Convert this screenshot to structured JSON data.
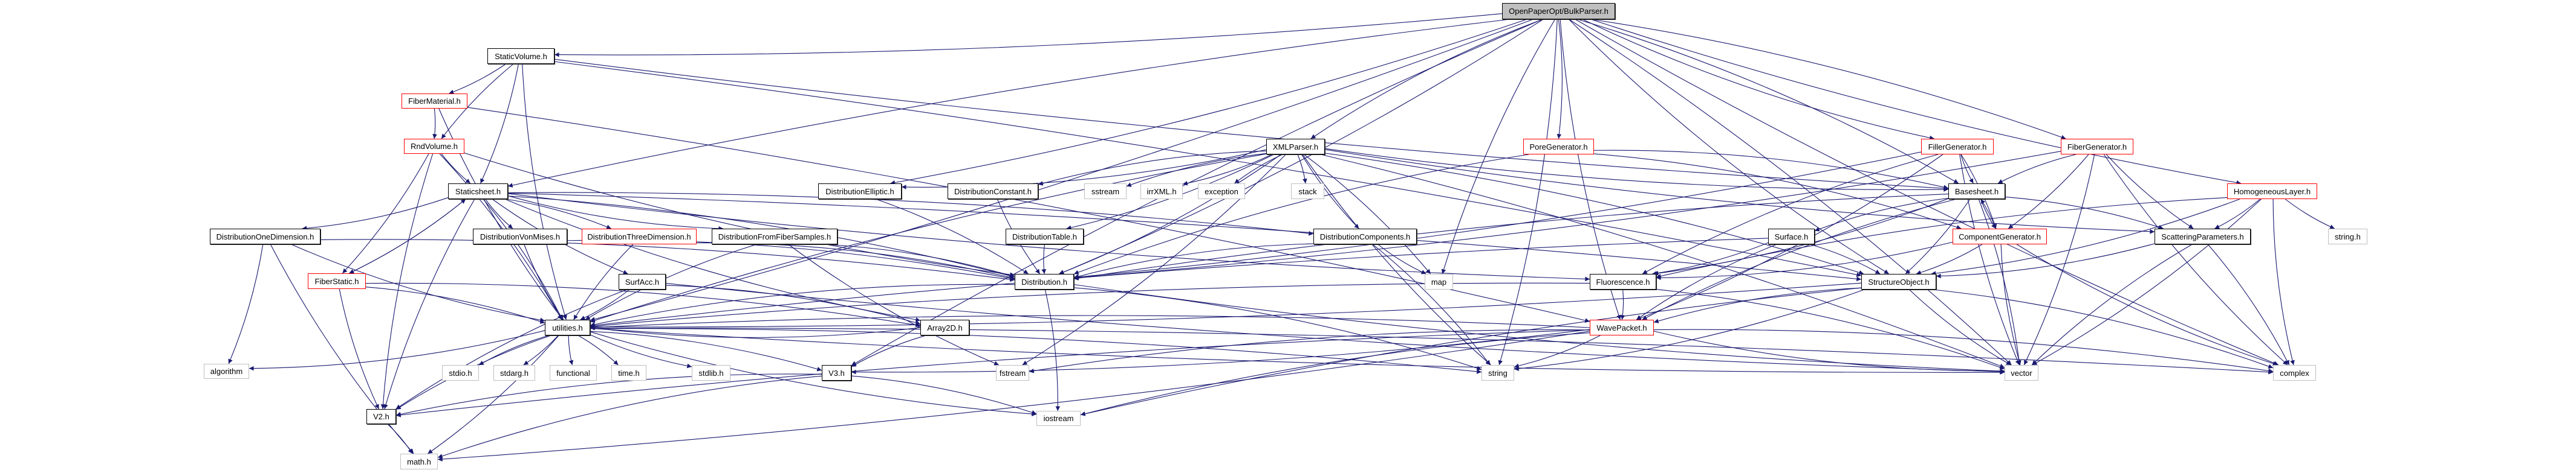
{
  "graph": {
    "edge_color": "#191970",
    "node_styles": {
      "root": {
        "fill": "#bfbfbf",
        "border": "#000000"
      },
      "documented": {
        "fill": "#ffffff",
        "border": "#000000"
      },
      "truncated": {
        "fill": "#ffffff",
        "border": "#ff0000"
      },
      "external": {
        "fill": "#ffffff",
        "border": "#bfbfbf"
      }
    },
    "nodes": [
      {
        "id": "root",
        "label": "OpenPaperOpt/BulkParser.h",
        "kind": "root"
      },
      {
        "id": "StaticVolume",
        "label": "StaticVolume.h",
        "kind": "documented"
      },
      {
        "id": "FiberMaterial",
        "label": "FiberMaterial.h",
        "kind": "truncated"
      },
      {
        "id": "RndVolume",
        "label": "RndVolume.h",
        "kind": "truncated"
      },
      {
        "id": "XMLParser",
        "label": "XMLParser.h",
        "kind": "documented"
      },
      {
        "id": "PoreGenerator",
        "label": "PoreGenerator.h",
        "kind": "truncated"
      },
      {
        "id": "FillerGenerator",
        "label": "FillerGenerator.h",
        "kind": "truncated"
      },
      {
        "id": "FiberGenerator",
        "label": "FiberGenerator.h",
        "kind": "truncated"
      },
      {
        "id": "Staticsheet",
        "label": "Staticsheet.h",
        "kind": "documented"
      },
      {
        "id": "DistributionElliptic",
        "label": "DistributionElliptic.h",
        "kind": "documented"
      },
      {
        "id": "DistributionConstant",
        "label": "DistributionConstant.h",
        "kind": "documented"
      },
      {
        "id": "sstream",
        "label": "sstream",
        "kind": "external"
      },
      {
        "id": "irrXML",
        "label": "irrXML.h",
        "kind": "external"
      },
      {
        "id": "exception",
        "label": "exception",
        "kind": "external"
      },
      {
        "id": "stack",
        "label": "stack",
        "kind": "external"
      },
      {
        "id": "Basesheet",
        "label": "Basesheet.h",
        "kind": "documented"
      },
      {
        "id": "HomogeneousLayer",
        "label": "HomogeneousLayer.h",
        "kind": "truncated"
      },
      {
        "id": "DistributionOneDimension",
        "label": "DistributionOneDimension.h",
        "kind": "documented"
      },
      {
        "id": "DistributionVonMises",
        "label": "DistributionVonMises.h",
        "kind": "documented"
      },
      {
        "id": "DistributionThreeDimension",
        "label": "DistributionThreeDimension.h",
        "kind": "truncated"
      },
      {
        "id": "DistributionFromFiberSamples",
        "label": "DistributionFromFiberSamples.h",
        "kind": "documented"
      },
      {
        "id": "DistributionTable",
        "label": "DistributionTable.h",
        "kind": "documented"
      },
      {
        "id": "DistributionComponents",
        "label": "DistributionComponents.h",
        "kind": "documented"
      },
      {
        "id": "Surface",
        "label": "Surface.h",
        "kind": "documented"
      },
      {
        "id": "ComponentGenerator",
        "label": "ComponentGenerator.h",
        "kind": "truncated"
      },
      {
        "id": "ScatteringParameters",
        "label": "ScatteringParameters.h",
        "kind": "documented"
      },
      {
        "id": "string_h",
        "label": "string.h",
        "kind": "external"
      },
      {
        "id": "FiberStatic",
        "label": "FiberStatic.h",
        "kind": "truncated"
      },
      {
        "id": "SurfAcc",
        "label": "SurfAcc.h",
        "kind": "documented"
      },
      {
        "id": "Distribution",
        "label": "Distribution.h",
        "kind": "documented"
      },
      {
        "id": "map",
        "label": "map",
        "kind": "external"
      },
      {
        "id": "Fluorescence",
        "label": "Fluorescence.h",
        "kind": "documented"
      },
      {
        "id": "StructureObject",
        "label": "StructureObject.h",
        "kind": "documented"
      },
      {
        "id": "utilities",
        "label": "utilities.h",
        "kind": "documented"
      },
      {
        "id": "Array2D",
        "label": "Array2D.h",
        "kind": "documented"
      },
      {
        "id": "WavePacket",
        "label": "WavePacket.h",
        "kind": "truncated"
      },
      {
        "id": "algorithm",
        "label": "algorithm",
        "kind": "external"
      },
      {
        "id": "stdio",
        "label": "stdio.h",
        "kind": "external"
      },
      {
        "id": "stdarg",
        "label": "stdarg.h",
        "kind": "external"
      },
      {
        "id": "functional",
        "label": "functional",
        "kind": "external"
      },
      {
        "id": "time",
        "label": "time.h",
        "kind": "external"
      },
      {
        "id": "stdlib",
        "label": "stdlib.h",
        "kind": "external"
      },
      {
        "id": "V3",
        "label": "V3.h",
        "kind": "documented"
      },
      {
        "id": "fstream",
        "label": "fstream",
        "kind": "external"
      },
      {
        "id": "string",
        "label": "string",
        "kind": "external"
      },
      {
        "id": "vector",
        "label": "vector",
        "kind": "external"
      },
      {
        "id": "complex",
        "label": "complex",
        "kind": "external"
      },
      {
        "id": "V2",
        "label": "V2.h",
        "kind": "documented"
      },
      {
        "id": "iostream",
        "label": "iostream",
        "kind": "external"
      },
      {
        "id": "math",
        "label": "math.h",
        "kind": "external"
      }
    ],
    "edges": [
      [
        "root",
        "StaticVolume"
      ],
      [
        "root",
        "Staticsheet"
      ],
      [
        "root",
        "DistributionElliptic"
      ],
      [
        "root",
        "XMLParser"
      ],
      [
        "root",
        "PoreGenerator"
      ],
      [
        "root",
        "FillerGenerator"
      ],
      [
        "root",
        "FiberGenerator"
      ],
      [
        "root",
        "HomogeneousLayer"
      ],
      [
        "root",
        "Basesheet"
      ],
      [
        "root",
        "StructureObject"
      ],
      [
        "root",
        "string"
      ],
      [
        "root",
        "map"
      ],
      [
        "root",
        "utilities"
      ],
      [
        "root",
        "V3"
      ],
      [
        "root",
        "Distribution"
      ],
      [
        "root",
        "complex"
      ],
      [
        "root",
        "vector"
      ],
      [
        "root",
        "WavePacket"
      ],
      [
        "StaticVolume",
        "FiberMaterial"
      ],
      [
        "StaticVolume",
        "RndVolume"
      ],
      [
        "StaticVolume",
        "Staticsheet"
      ],
      [
        "StaticVolume",
        "utilities"
      ],
      [
        "StaticVolume",
        "StructureObject"
      ],
      [
        "StaticVolume",
        "Basesheet"
      ],
      [
        "FiberMaterial",
        "RndVolume"
      ],
      [
        "FiberMaterial",
        "utilities"
      ],
      [
        "FiberMaterial",
        "WavePacket"
      ],
      [
        "RndVolume",
        "Staticsheet"
      ],
      [
        "RndVolume",
        "utilities"
      ],
      [
        "RndVolume",
        "V2"
      ],
      [
        "RndVolume",
        "FiberStatic"
      ],
      [
        "RndVolume",
        "Distribution"
      ],
      [
        "Staticsheet",
        "DistributionOneDimension"
      ],
      [
        "Staticsheet",
        "DistributionVonMises"
      ],
      [
        "Staticsheet",
        "DistributionThreeDimension"
      ],
      [
        "Staticsheet",
        "DistributionFromFiberSamples"
      ],
      [
        "Staticsheet",
        "FiberStatic"
      ],
      [
        "Staticsheet",
        "SurfAcc"
      ],
      [
        "Staticsheet",
        "utilities"
      ],
      [
        "Staticsheet",
        "V2"
      ],
      [
        "Staticsheet",
        "Distribution"
      ],
      [
        "Staticsheet",
        "Array2D"
      ],
      [
        "Staticsheet",
        "StructureObject"
      ],
      [
        "Staticsheet",
        "Fluorescence"
      ],
      [
        "Staticsheet",
        "DistributionComponents"
      ],
      [
        "FiberStatic",
        "Staticsheet"
      ],
      [
        "FiberStatic",
        "utilities"
      ],
      [
        "FiberStatic",
        "V2"
      ],
      [
        "FiberStatic",
        "Array2D"
      ],
      [
        "DistributionOneDimension",
        "utilities"
      ],
      [
        "DistributionOneDimension",
        "algorithm"
      ],
      [
        "DistributionOneDimension",
        "math"
      ],
      [
        "DistributionOneDimension",
        "Distribution"
      ],
      [
        "DistributionVonMises",
        "utilities"
      ],
      [
        "DistributionVonMises",
        "Distribution"
      ],
      [
        "DistributionThreeDimension",
        "utilities"
      ],
      [
        "DistributionThreeDimension",
        "Distribution"
      ],
      [
        "DistributionFromFiberSamples",
        "utilities"
      ],
      [
        "DistributionFromFiberSamples",
        "Distribution"
      ],
      [
        "DistributionFromFiberSamples",
        "fstream"
      ],
      [
        "SurfAcc",
        "utilities"
      ],
      [
        "SurfAcc",
        "V2"
      ],
      [
        "SurfAcc",
        "Array2D"
      ],
      [
        "SurfAcc",
        "vector"
      ],
      [
        "utilities",
        "algorithm"
      ],
      [
        "utilities",
        "stdio"
      ],
      [
        "utilities",
        "stdarg"
      ],
      [
        "utilities",
        "functional"
      ],
      [
        "utilities",
        "time"
      ],
      [
        "utilities",
        "stdlib"
      ],
      [
        "utilities",
        "V3"
      ],
      [
        "utilities",
        "V2"
      ],
      [
        "utilities",
        "math"
      ],
      [
        "utilities",
        "iostream"
      ],
      [
        "utilities",
        "string"
      ],
      [
        "utilities",
        "vector"
      ],
      [
        "utilities",
        "complex"
      ],
      [
        "Array2D",
        "V3"
      ],
      [
        "Array2D",
        "utilities"
      ],
      [
        "V3",
        "V2"
      ],
      [
        "V3",
        "iostream"
      ],
      [
        "V3",
        "math"
      ],
      [
        "V2",
        "math"
      ],
      [
        "Distribution",
        "utilities"
      ],
      [
        "Distribution",
        "iostream"
      ],
      [
        "Distribution",
        "vector"
      ],
      [
        "Distribution",
        "string"
      ],
      [
        "DistributionTable",
        "Distribution"
      ],
      [
        "DistributionElliptic",
        "Distribution"
      ],
      [
        "DistributionConstant",
        "Distribution"
      ],
      [
        "XMLParser",
        "DistributionElliptic"
      ],
      [
        "XMLParser",
        "DistributionConstant"
      ],
      [
        "XMLParser",
        "DistributionTable"
      ],
      [
        "XMLParser",
        "sstream"
      ],
      [
        "XMLParser",
        "irrXML"
      ],
      [
        "XMLParser",
        "exception"
      ],
      [
        "XMLParser",
        "stack"
      ],
      [
        "XMLParser",
        "DistributionComponents"
      ],
      [
        "XMLParser",
        "map"
      ],
      [
        "XMLParser",
        "string"
      ],
      [
        "XMLParser",
        "Distribution"
      ],
      [
        "XMLParser",
        "Basesheet"
      ],
      [
        "XMLParser",
        "StructureObject"
      ],
      [
        "XMLParser",
        "ScatteringParameters"
      ],
      [
        "XMLParser",
        "vector"
      ],
      [
        "XMLParser",
        "utilities"
      ],
      [
        "XMLParser",
        "fstream"
      ],
      [
        "DistributionComponents",
        "map"
      ],
      [
        "DistributionComponents",
        "string"
      ],
      [
        "DistributionComponents",
        "Distribution"
      ],
      [
        "PoreGenerator",
        "Basesheet"
      ],
      [
        "PoreGenerator",
        "Distribution"
      ],
      [
        "PoreGenerator",
        "ComponentGenerator"
      ],
      [
        "FillerGenerator",
        "Basesheet"
      ],
      [
        "FillerGenerator",
        "ComponentGenerator"
      ],
      [
        "FillerGenerator",
        "Fluorescence"
      ],
      [
        "FillerGenerator",
        "WavePacket"
      ],
      [
        "FillerGenerator",
        "vector"
      ],
      [
        "FillerGenerator",
        "Distribution"
      ],
      [
        "FiberGenerator",
        "Basesheet"
      ],
      [
        "FiberGenerator",
        "ComponentGenerator"
      ],
      [
        "FiberGenerator",
        "ScatteringParameters"
      ],
      [
        "FiberGenerator",
        "vector"
      ],
      [
        "FiberGenerator",
        "complex"
      ],
      [
        "FiberGenerator",
        "Distribution"
      ],
      [
        "Basesheet",
        "ComponentGenerator"
      ],
      [
        "Basesheet",
        "StructureObject"
      ],
      [
        "Basesheet",
        "Surface"
      ],
      [
        "Basesheet",
        "Fluorescence"
      ],
      [
        "Basesheet",
        "WavePacket"
      ],
      [
        "Basesheet",
        "vector"
      ],
      [
        "Basesheet",
        "Distribution"
      ],
      [
        "Basesheet",
        "ScatteringParameters"
      ],
      [
        "ComponentGenerator",
        "Basesheet"
      ],
      [
        "ComponentGenerator",
        "StructureObject"
      ],
      [
        "ComponentGenerator",
        "vector"
      ],
      [
        "ComponentGenerator",
        "Fluorescence"
      ],
      [
        "ComponentGenerator",
        "complex"
      ],
      [
        "Surface",
        "StructureObject"
      ],
      [
        "Surface",
        "WavePacket"
      ],
      [
        "Surface",
        "Fluorescence"
      ],
      [
        "Surface",
        "utilities"
      ],
      [
        "StructureObject",
        "utilities"
      ],
      [
        "StructureObject",
        "vector"
      ],
      [
        "StructureObject",
        "complex"
      ],
      [
        "StructureObject",
        "iostream"
      ],
      [
        "StructureObject",
        "string"
      ],
      [
        "StructureObject",
        "WavePacket"
      ],
      [
        "Fluorescence",
        "WavePacket"
      ],
      [
        "Fluorescence",
        "utilities"
      ],
      [
        "Fluorescence",
        "vector"
      ],
      [
        "WavePacket",
        "utilities"
      ],
      [
        "WavePacket",
        "V3"
      ],
      [
        "WavePacket",
        "V2"
      ],
      [
        "WavePacket",
        "string"
      ],
      [
        "WavePacket",
        "iostream"
      ],
      [
        "WavePacket",
        "math"
      ],
      [
        "WavePacket",
        "vector"
      ],
      [
        "WavePacket",
        "complex"
      ],
      [
        "WavePacket",
        "fstream"
      ],
      [
        "HomogeneousLayer",
        "ScatteringParameters"
      ],
      [
        "HomogeneousLayer",
        "string_h"
      ],
      [
        "HomogeneousLayer",
        "StructureObject"
      ],
      [
        "HomogeneousLayer",
        "complex"
      ],
      [
        "HomogeneousLayer",
        "vector"
      ],
      [
        "HomogeneousLayer",
        "Fluorescence"
      ],
      [
        "ScatteringParameters",
        "complex"
      ],
      [
        "ScatteringParameters",
        "vector"
      ],
      [
        "ScatteringParameters",
        "StructureObject"
      ]
    ]
  }
}
